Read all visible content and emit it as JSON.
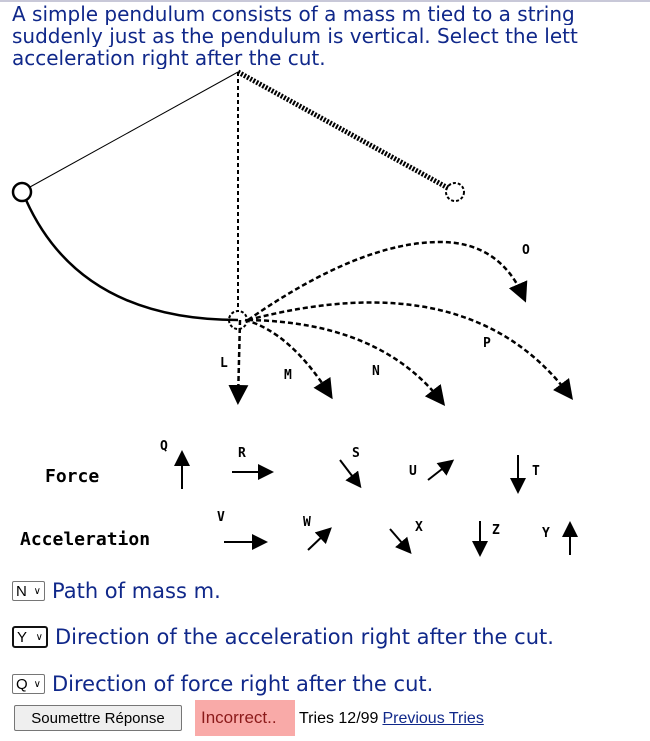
{
  "question": {
    "line1": "A simple pendulum consists of a mass m tied to a string",
    "line2": "suddenly just as the pendulum is vertical. Select the lett",
    "line3": "acceleration right after the cut."
  },
  "diagram": {
    "path_labels": {
      "L": "L",
      "M": "M",
      "N": "N",
      "O": "O",
      "P": "P"
    },
    "force_label": "Force",
    "acceleration_label": "Acceleration",
    "force_arrows": {
      "Q": "Q",
      "R": "R",
      "S": "S",
      "U": "U",
      "T": "T"
    },
    "accel_arrows": {
      "V": "V",
      "W": "W",
      "X": "X",
      "Z": "Z",
      "Y": "Y"
    }
  },
  "questions": [
    {
      "selected": "N",
      "text": "Path of mass m."
    },
    {
      "selected": "Y",
      "text": "Direction of the acceleration right after the cut."
    },
    {
      "selected": "Q",
      "text": "Direction of force right after the cut."
    }
  ],
  "submit_label": "Soumettre Réponse",
  "status": "Incorrect..",
  "tries": "Tries 12/99",
  "previous_tries": "Previous Tries"
}
